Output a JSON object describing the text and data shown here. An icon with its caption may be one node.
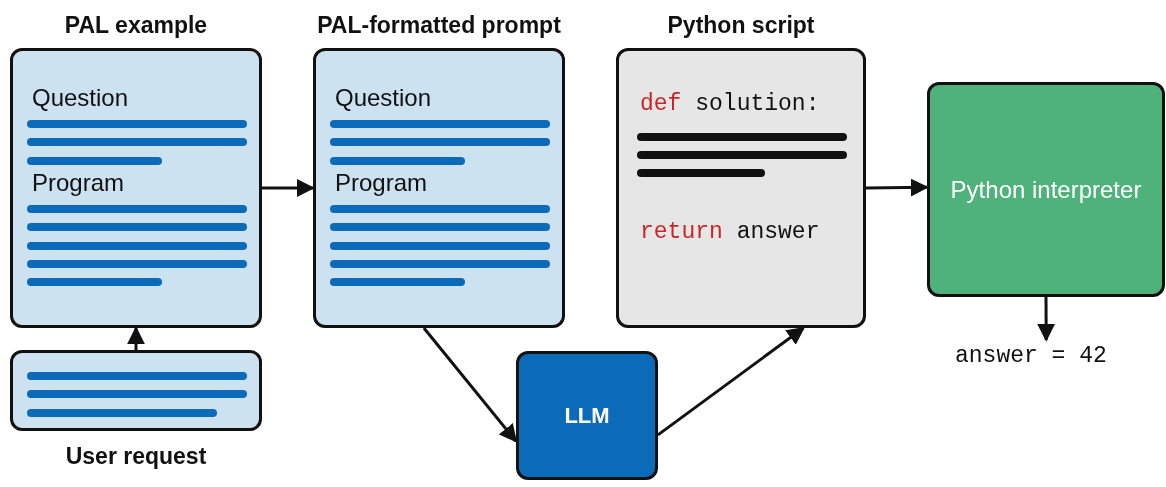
{
  "diagram": {
    "nodes": [
      {
        "text": [
          "PAL example",
          "Question",
          "Program"
        ]
      },
      {
        "text": [
          "PAL-formatted prompt",
          "Question",
          "Program"
        ]
      },
      {
        "text": [
          "Python script",
          "def solution:",
          "return answer"
        ]
      },
      {
        "text": [
          "Python interpreter"
        ]
      },
      {
        "text": [
          "User request"
        ]
      },
      {
        "text": [
          "LLM"
        ]
      },
      {
        "text": [
          "answer = 42"
        ]
      }
    ],
    "edges": [
      {
        "from": 0,
        "to": 1,
        "arrow": "to"
      },
      {
        "from": 4,
        "to": 0,
        "arrow": "to"
      },
      {
        "from": 1,
        "to": 5,
        "arrow": "to"
      },
      {
        "from": 5,
        "to": 2,
        "arrow": "to"
      },
      {
        "from": 2,
        "to": 3,
        "arrow": "to"
      },
      {
        "from": 3,
        "to": 6,
        "arrow": "to"
      }
    ]
  }
}
